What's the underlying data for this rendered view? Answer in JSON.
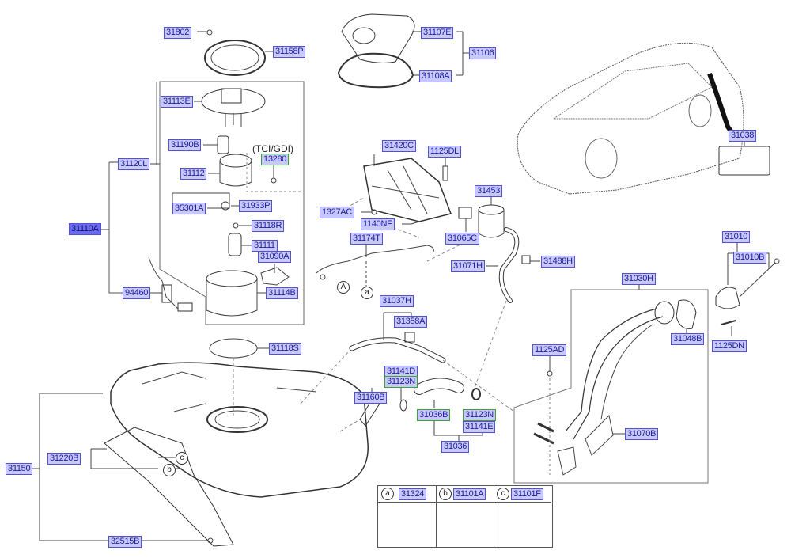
{
  "diagram": {
    "type": "exploded parts diagram",
    "subject": "fuel tank, fuel pump and filler neck assembly",
    "colors": {
      "label_bg": "#c9c9f5",
      "label_border": "#5050d8",
      "label_text": "#1a1aa8",
      "selected_bg": "#6b6bef",
      "alt_border": "#3aa03a"
    },
    "labels": {
      "p31802": "31802",
      "p31158P": "31158P",
      "p31107E": "31107E",
      "p31106": "31106",
      "p31108A": "31108A",
      "p31113E": "31113E",
      "p31190B": "31190B",
      "p31120L": "31120L",
      "p31112": "31112",
      "p13280": "13280",
      "p35301A": "35301A",
      "p31933P": "31933P",
      "p31110A": "31110A",
      "p31118R": "31118R",
      "p31111": "31111",
      "p31090A": "31090A",
      "p94460": "94460",
      "p31114B": "31114B",
      "p31118S": "31118S",
      "p31420C": "31420C",
      "p1125DL": "1125DL",
      "p31453": "31453",
      "p1327AC": "1327AC",
      "p1140NF": "1140NF",
      "p31065C": "31065C",
      "p31174T": "31174T",
      "p31071H": "31071H",
      "p31488H": "31488H",
      "p31038": "31038",
      "p31010": "31010",
      "p31010B": "31010B",
      "p31030H": "31030H",
      "p31048B": "31048B",
      "p1125DN": "1125DN",
      "p1125AD": "1125AD",
      "p31070B": "31070B",
      "p31037H": "31037H",
      "p31358A": "31358A",
      "p31141D": "31141D",
      "p31123N_a": "31123N",
      "p31160B": "31160B",
      "p31036B": "31036B",
      "p31123N_b": "31123N",
      "p31141E": "31141E",
      "p31036": "31036",
      "p31150": "31150",
      "p31220B": "31220B",
      "p32515B": "32515B"
    },
    "notes": {
      "tci_gdi": "(TCI/GDI)"
    },
    "refs": {
      "A": "A",
      "a": "a",
      "b": "b",
      "c": "c"
    },
    "legend": [
      {
        "ref": "a",
        "part": "31324"
      },
      {
        "ref": "b",
        "part": "31101A"
      },
      {
        "ref": "c",
        "part": "31101F"
      }
    ],
    "selected_part": "31110A"
  }
}
